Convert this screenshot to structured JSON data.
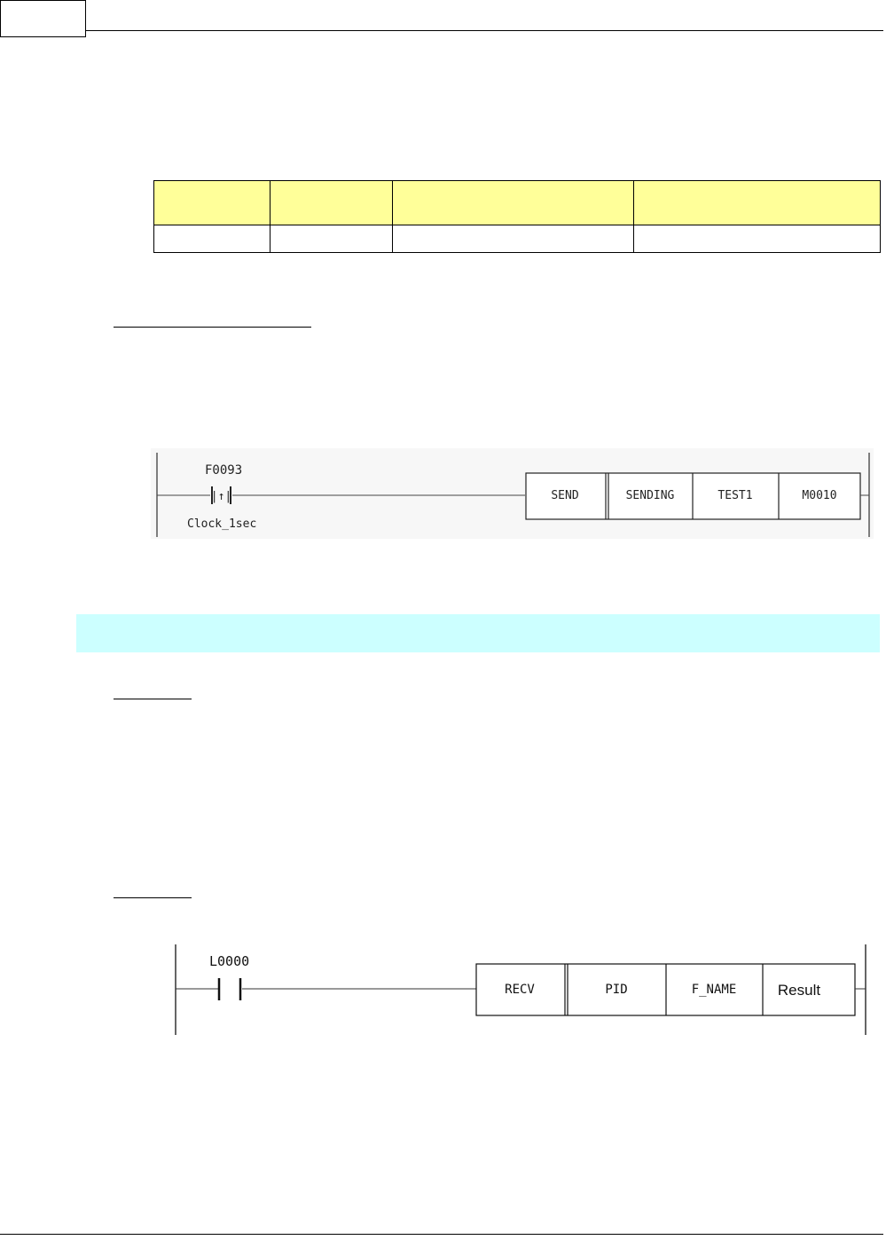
{
  "header": {
    "page_number": ""
  },
  "table": {
    "headers": [
      "",
      "",
      "",
      ""
    ],
    "rows": [
      [
        "",
        "",
        "",
        ""
      ]
    ]
  },
  "ladder_send": {
    "contact_address": "F0093",
    "contact_symbol": "|↑|",
    "contact_comment": "Clock_1sec",
    "blocks": [
      "SEND",
      "SENDING",
      "TEST1",
      "M0010"
    ]
  },
  "ladder_recv": {
    "contact_address": "L0000",
    "blocks": [
      "RECV",
      "PID",
      "F_NAME",
      "Result"
    ]
  }
}
